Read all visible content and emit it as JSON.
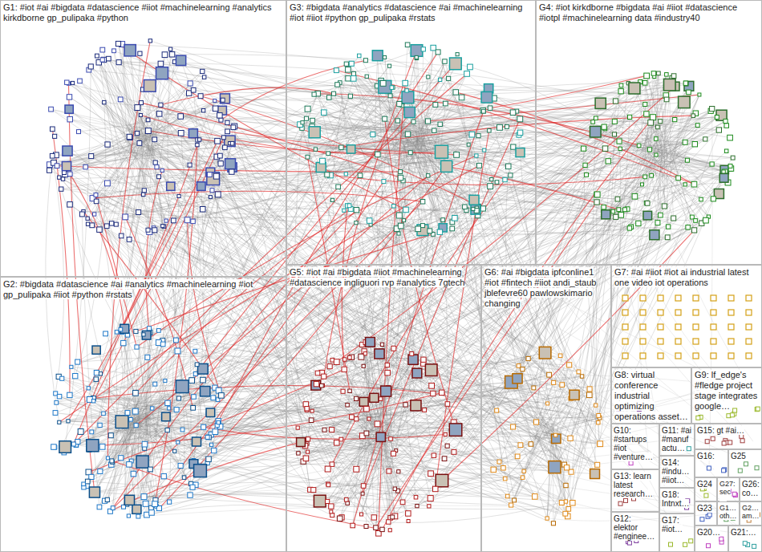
{
  "diagram": {
    "nodes": [
      {
        "text": [
          "G1: #iot #ai #bigdata #datascience #iiot #machinelearning #analytics kirkdborne gp_pulipaka #python"
        ]
      },
      {
        "text": [
          "G3: #bigdata #analytics #datascience #ai #machinelearning #iot #iiot #python gp_pulipaka #rstats"
        ]
      },
      {
        "text": [
          "G4: #iot kirkdborne #bigdata #ai #iiot #datascience #iotpl #machinelearning data #industry40"
        ]
      },
      {
        "text": [
          "G2: #bigdata #datascience #ai #analytics #machinelearning #iot gp_pulipaka #iiot #python #rstats"
        ]
      },
      {
        "text": [
          "G5: #iot #ai #bigdata #iiot #machinelearning #datascience ingliguori rvp #analytics 7gtech"
        ]
      },
      {
        "text": [
          "G6: #ai #bigdata ipfconline1 #iot #fintech #iiot andi_staub jblefevre60 pawlowskimario changing"
        ]
      },
      {
        "text": [
          "G7: #ai #iiot #iot ai industrial latest one video iot operations"
        ]
      },
      {
        "text": [
          "G8: virtual conference industrial optimizing operations asset…"
        ]
      },
      {
        "text": [
          "G9: lf_edge's #fledge project stage integrates google…"
        ]
      },
      {
        "text": [
          "G10: #startups #iot #venture…"
        ]
      },
      {
        "text": [
          "G11: #ai #manufactu…"
        ]
      },
      {
        "text": [
          "G15: gt #ai…"
        ]
      },
      {
        "text": [
          "G16:"
        ]
      },
      {
        "text": [
          "G25"
        ]
      },
      {
        "text": [
          "G14: #indu… #iiot…"
        ]
      },
      {
        "text": [
          "G18: Intnxt…"
        ]
      },
      {
        "text": [
          "G24"
        ]
      },
      {
        "text": [
          "G27: sec…"
        ]
      },
      {
        "text": [
          "G26: co…"
        ]
      },
      {
        "text": [
          "G13: learn latest research…"
        ]
      },
      {
        "text": [
          "G23"
        ]
      },
      {
        "text": [
          "G1… oth…"
        ]
      },
      {
        "text": [
          "G2… am…"
        ]
      },
      {
        "text": [
          "G12: elektor #enginee…"
        ]
      },
      {
        "text": [
          "G17: #iot…"
        ]
      },
      {
        "text": [
          "G20…"
        ]
      },
      {
        "text": [
          "G21:…"
        ]
      }
    ]
  }
}
